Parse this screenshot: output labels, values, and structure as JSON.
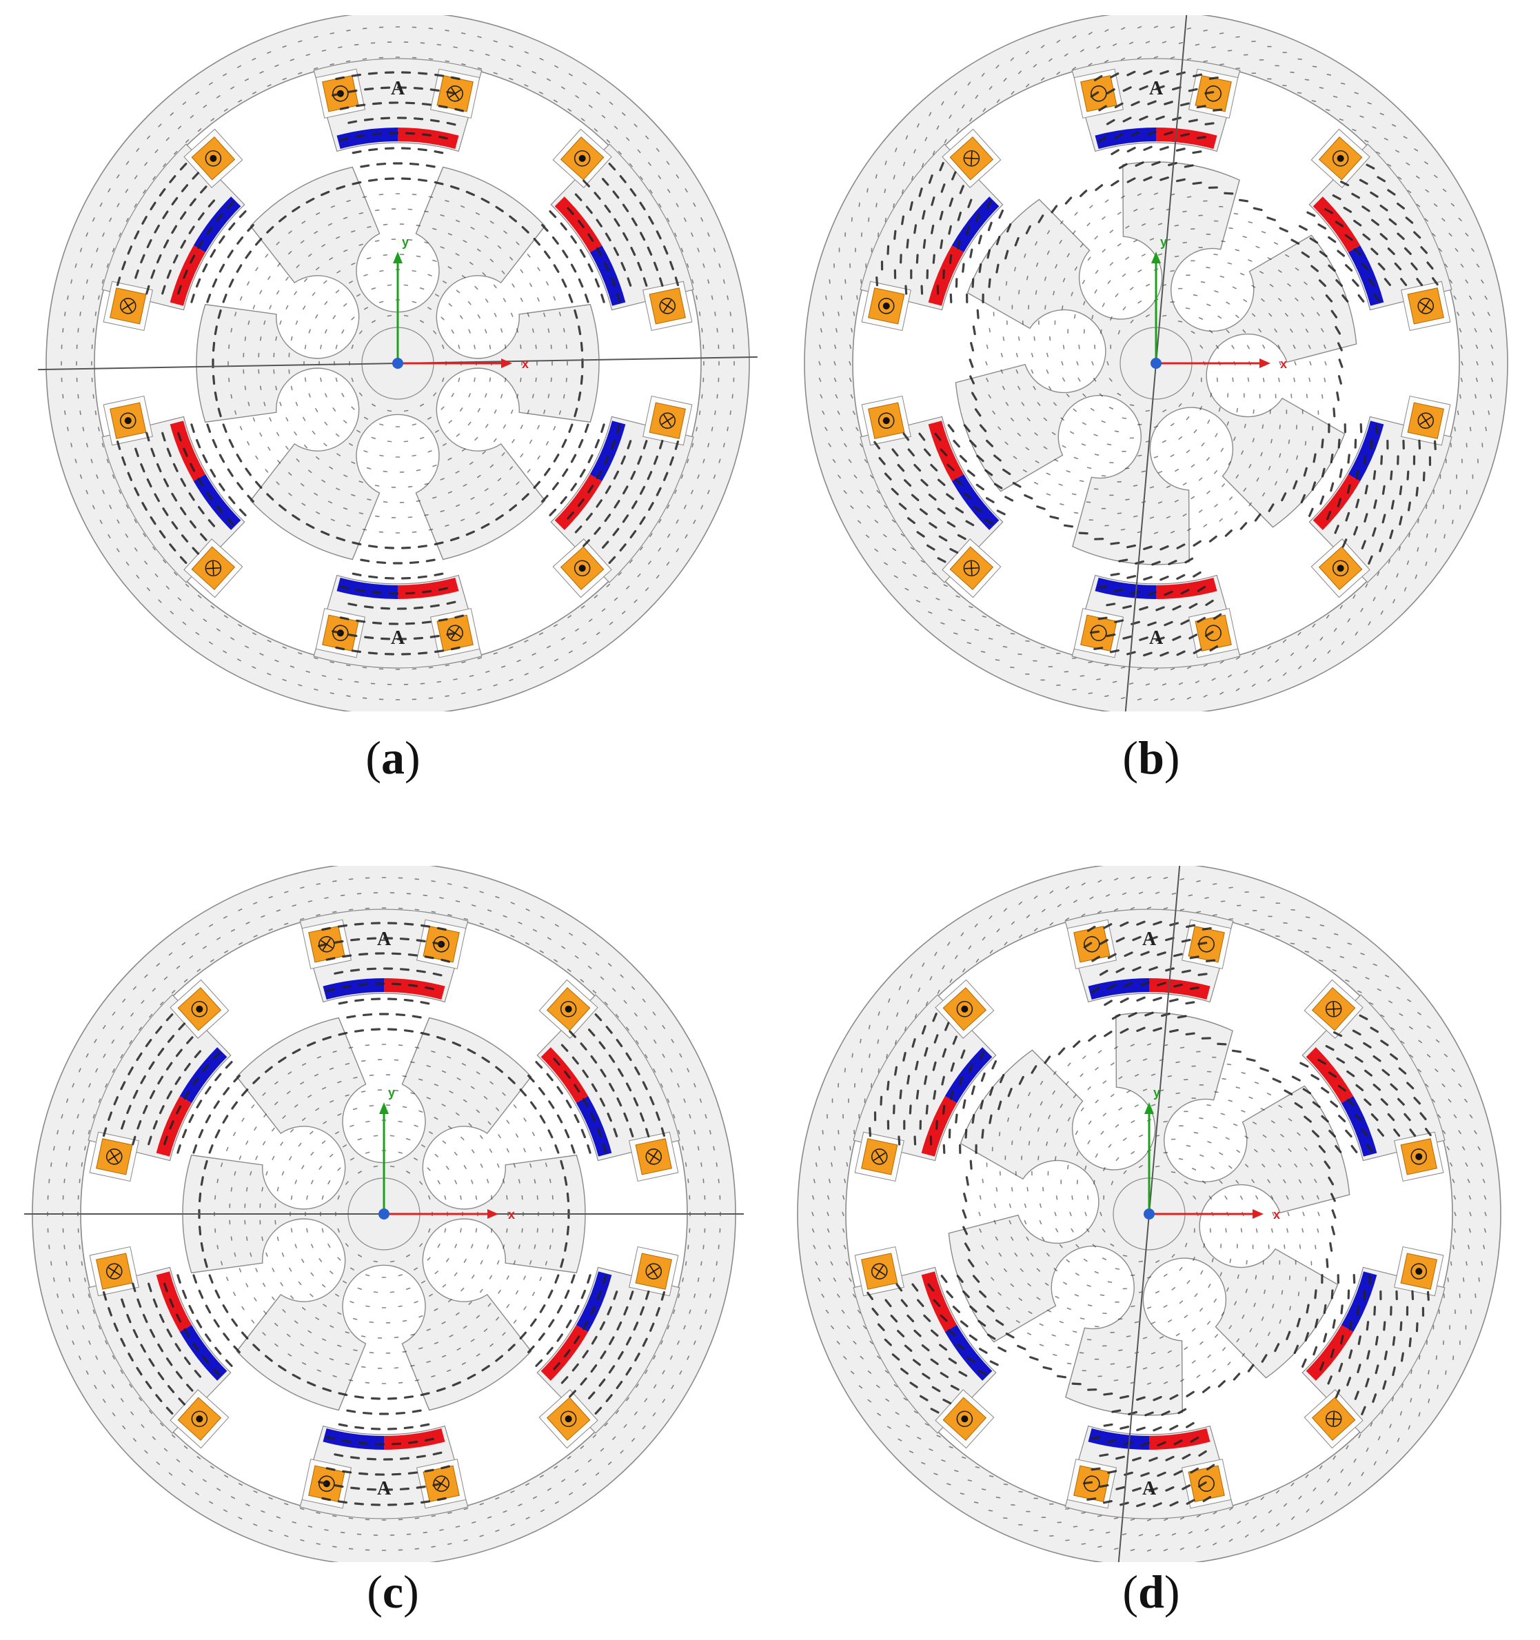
{
  "figure": {
    "panels": [
      {
        "id": "a",
        "caption_open": "(",
        "caption_letter": "a",
        "caption_close": ")",
        "phase_label": "A",
        "rotor_angle_deg": 0,
        "split_angle_deg": 1,
        "coil_set": "a"
      },
      {
        "id": "b",
        "caption_open": "(",
        "caption_letter": "b",
        "caption_close": ")",
        "phase_label": "A",
        "rotor_angle_deg": 22.5,
        "split_angle_deg": 85,
        "coil_set": "b"
      },
      {
        "id": "c",
        "caption_open": "(",
        "caption_letter": "c",
        "caption_close": ")",
        "phase_label": "A",
        "rotor_angle_deg": 0,
        "split_angle_deg": 0,
        "coil_set": "c"
      },
      {
        "id": "d",
        "caption_open": "(",
        "caption_letter": "d",
        "caption_close": ")",
        "phase_label": "A",
        "rotor_angle_deg": 22.5,
        "split_angle_deg": 85,
        "coil_set": "d"
      }
    ],
    "axis_labels": {
      "x": "x",
      "y": "y"
    },
    "colors": {
      "coil": "#f39c1f",
      "magnet_north": "#e8141c",
      "magnet_south": "#1212c8",
      "x_axis": "#e02020",
      "y_axis": "#1ea01e",
      "origin": "#2a5fd0",
      "iron": "#efefef",
      "outline": "#8a8a8a",
      "arrow": "#222222"
    },
    "coil_symbols": {
      "a": [
        "dot",
        "cross",
        "dot",
        "cross",
        "cross",
        "dot",
        "cross",
        "dot",
        "cross",
        "dot",
        "cross",
        "dot"
      ],
      "b": [
        "circle",
        "circle",
        "dot",
        "cross",
        "cross",
        "dot",
        "circle",
        "circle",
        "cross",
        "dot",
        "dot",
        "cross"
      ],
      "c": [
        "cross",
        "dot",
        "dot",
        "cross",
        "cross",
        "dot",
        "cross",
        "dot",
        "dot",
        "cross",
        "cross",
        "dot"
      ],
      "d": [
        "circle",
        "circle",
        "cross",
        "dot",
        "dot",
        "cross",
        "circle",
        "circle",
        "dot",
        "cross",
        "cross",
        "dot"
      ]
    }
  }
}
